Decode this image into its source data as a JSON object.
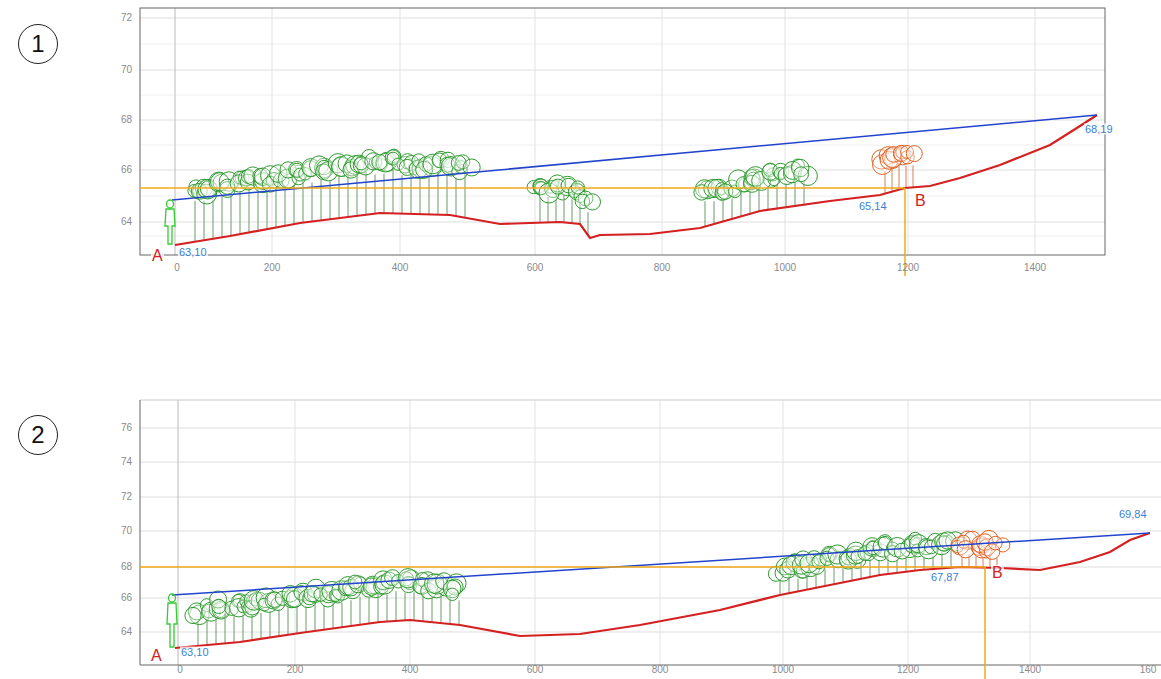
{
  "diagram": {
    "nodes": [
      {
        "text": [
          "1"
        ]
      },
      {
        "text": [
          "2"
        ]
      }
    ],
    "labels": [
      "72",
      "70",
      "68",
      "66",
      "64",
      "0",
      "200",
      "400",
      "600",
      "800",
      "1000",
      "1200",
      "1400",
      "68,19",
      "65,14",
      "B",
      "63,10",
      "A",
      "76",
      "74",
      "72",
      "70",
      "68",
      "66",
      "64",
      "0",
      "200",
      "400",
      "600",
      "800",
      "1000",
      "1200",
      "1400",
      "160",
      "69,84",
      "67,87",
      "B",
      "63,10",
      "A"
    ]
  }
}
